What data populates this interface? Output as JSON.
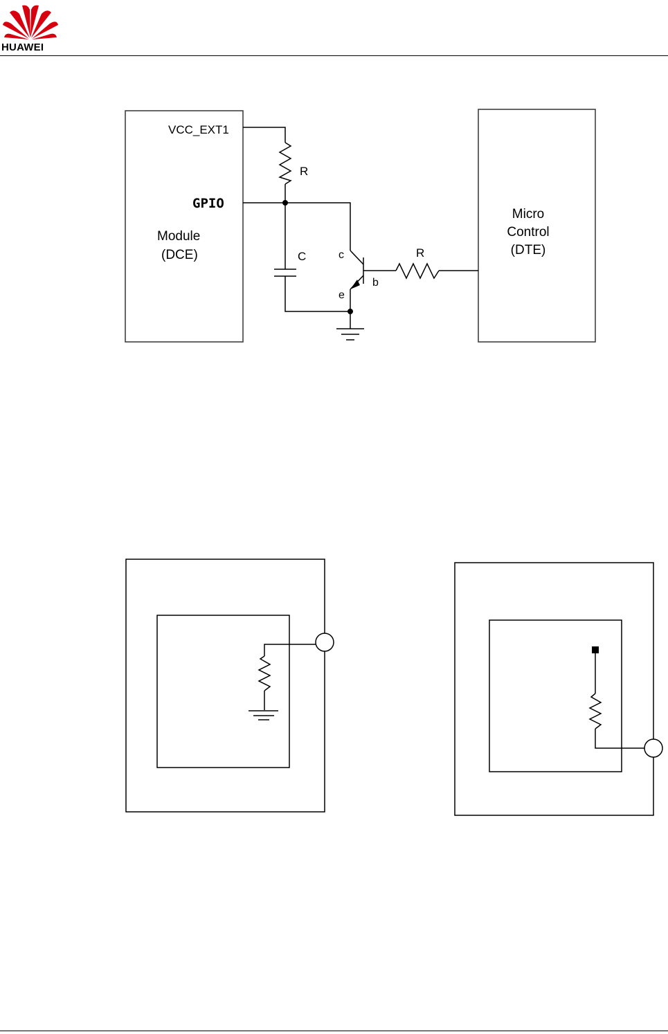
{
  "header": {
    "brand": "HUAWEI",
    "brand_color": "#d7000f"
  },
  "diagram1": {
    "module_pin_vcc": "VCC_EXT1",
    "module_pin_gpio": "GPIO",
    "module_name": "Module",
    "module_role": "(DCE)",
    "resistor_pullup": "R",
    "capacitor": "C",
    "transistor_c": "c",
    "transistor_e": "e",
    "transistor_b": "b",
    "resistor_base": "R",
    "mcu_line1": "Micro",
    "mcu_line2": "Control",
    "mcu_line3": "(DTE)"
  }
}
